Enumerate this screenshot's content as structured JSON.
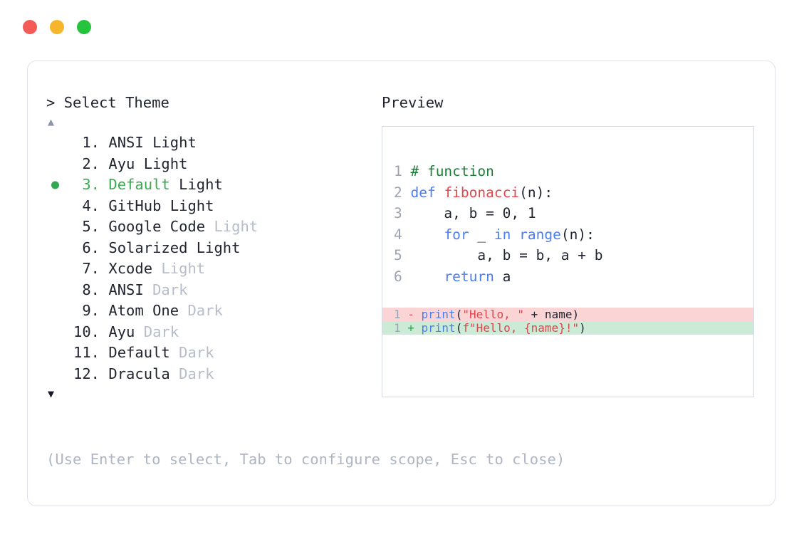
{
  "window": {
    "traffic_lights": [
      {
        "name": "close",
        "color": "#f55b56"
      },
      {
        "name": "minimize",
        "color": "#f7b52c"
      },
      {
        "name": "maximize",
        "color": "#25c33e"
      }
    ]
  },
  "colors": {
    "accent_green": "#3aab52",
    "muted": "#b6bdca",
    "hint": "#aeb5c4",
    "text": "#1f2430",
    "border": "#dfe2e8",
    "diff_del_bg": "#fbd5d5",
    "diff_add_bg": "#ccebd7"
  },
  "prompt": {
    "caret": ">",
    "title": "Select Theme"
  },
  "scroll": {
    "up_icon": "▲",
    "down_icon": "▼"
  },
  "themes": [
    {
      "index": " 1.",
      "name": "ANSI",
      "variant": " Light",
      "variant_muted": false,
      "selected": false
    },
    {
      "index": " 2.",
      "name": "Ayu",
      "variant": " Light",
      "variant_muted": false,
      "selected": false
    },
    {
      "index": " 3.",
      "name": "Default",
      "variant": " Light",
      "variant_muted": false,
      "selected": true
    },
    {
      "index": " 4.",
      "name": "GitHub",
      "variant": " Light",
      "variant_muted": false,
      "selected": false
    },
    {
      "index": " 5.",
      "name": "Google Code",
      "variant": " Light",
      "variant_muted": true,
      "selected": false
    },
    {
      "index": " 6.",
      "name": "Solarized",
      "variant": " Light",
      "variant_muted": false,
      "selected": false
    },
    {
      "index": " 7.",
      "name": "Xcode",
      "variant": " Light",
      "variant_muted": true,
      "selected": false
    },
    {
      "index": " 8.",
      "name": "ANSI",
      "variant": " Dark",
      "variant_muted": true,
      "selected": false
    },
    {
      "index": " 9.",
      "name": "Atom One",
      "variant": " Dark",
      "variant_muted": true,
      "selected": false
    },
    {
      "index": "10.",
      "name": "Ayu",
      "variant": " Dark",
      "variant_muted": true,
      "selected": false
    },
    {
      "index": "11.",
      "name": "Default",
      "variant": " Dark",
      "variant_muted": true,
      "selected": false
    },
    {
      "index": "12.",
      "name": "Dracula",
      "variant": " Dark",
      "variant_muted": true,
      "selected": false
    }
  ],
  "hint": "(Use Enter to select, Tab to configure scope, Esc to close)",
  "preview": {
    "label": "Preview",
    "code_lines": [
      {
        "ln": "1",
        "tokens": [
          {
            "t": "# function",
            "c": "comment"
          }
        ]
      },
      {
        "ln": "2",
        "tokens": [
          {
            "t": "def ",
            "c": "kw"
          },
          {
            "t": "fibonacci",
            "c": "fn"
          },
          {
            "t": "(n):",
            "c": "plain"
          }
        ]
      },
      {
        "ln": "3",
        "tokens": [
          {
            "t": "    a, b = ",
            "c": "plain"
          },
          {
            "t": "0",
            "c": "num"
          },
          {
            "t": ", ",
            "c": "plain"
          },
          {
            "t": "1",
            "c": "num"
          }
        ]
      },
      {
        "ln": "4",
        "tokens": [
          {
            "t": "    ",
            "c": "plain"
          },
          {
            "t": "for",
            "c": "kw"
          },
          {
            "t": " _ ",
            "c": "plain"
          },
          {
            "t": "in",
            "c": "kw"
          },
          {
            "t": " ",
            "c": "plain"
          },
          {
            "t": "range",
            "c": "kw"
          },
          {
            "t": "(n):",
            "c": "plain"
          }
        ]
      },
      {
        "ln": "5",
        "tokens": [
          {
            "t": "        a, b = b, a + b",
            "c": "plain"
          }
        ]
      },
      {
        "ln": "6",
        "tokens": [
          {
            "t": "    ",
            "c": "plain"
          },
          {
            "t": "return",
            "c": "kw"
          },
          {
            "t": " a",
            "c": "plain"
          }
        ]
      }
    ],
    "diff_lines": [
      {
        "ln": "1",
        "kind": "del",
        "sign": "-",
        "tokens": [
          {
            "t": "print",
            "c": "kw"
          },
          {
            "t": "(",
            "c": "plain"
          },
          {
            "t": "\"Hello, \"",
            "c": "str"
          },
          {
            "t": " + name)",
            "c": "plain"
          }
        ]
      },
      {
        "ln": "1",
        "kind": "add",
        "sign": "+",
        "tokens": [
          {
            "t": "print",
            "c": "kw"
          },
          {
            "t": "(",
            "c": "plain"
          },
          {
            "t": "f\"Hello, {name}!\"",
            "c": "str"
          },
          {
            "t": ")",
            "c": "plain"
          }
        ]
      }
    ]
  }
}
